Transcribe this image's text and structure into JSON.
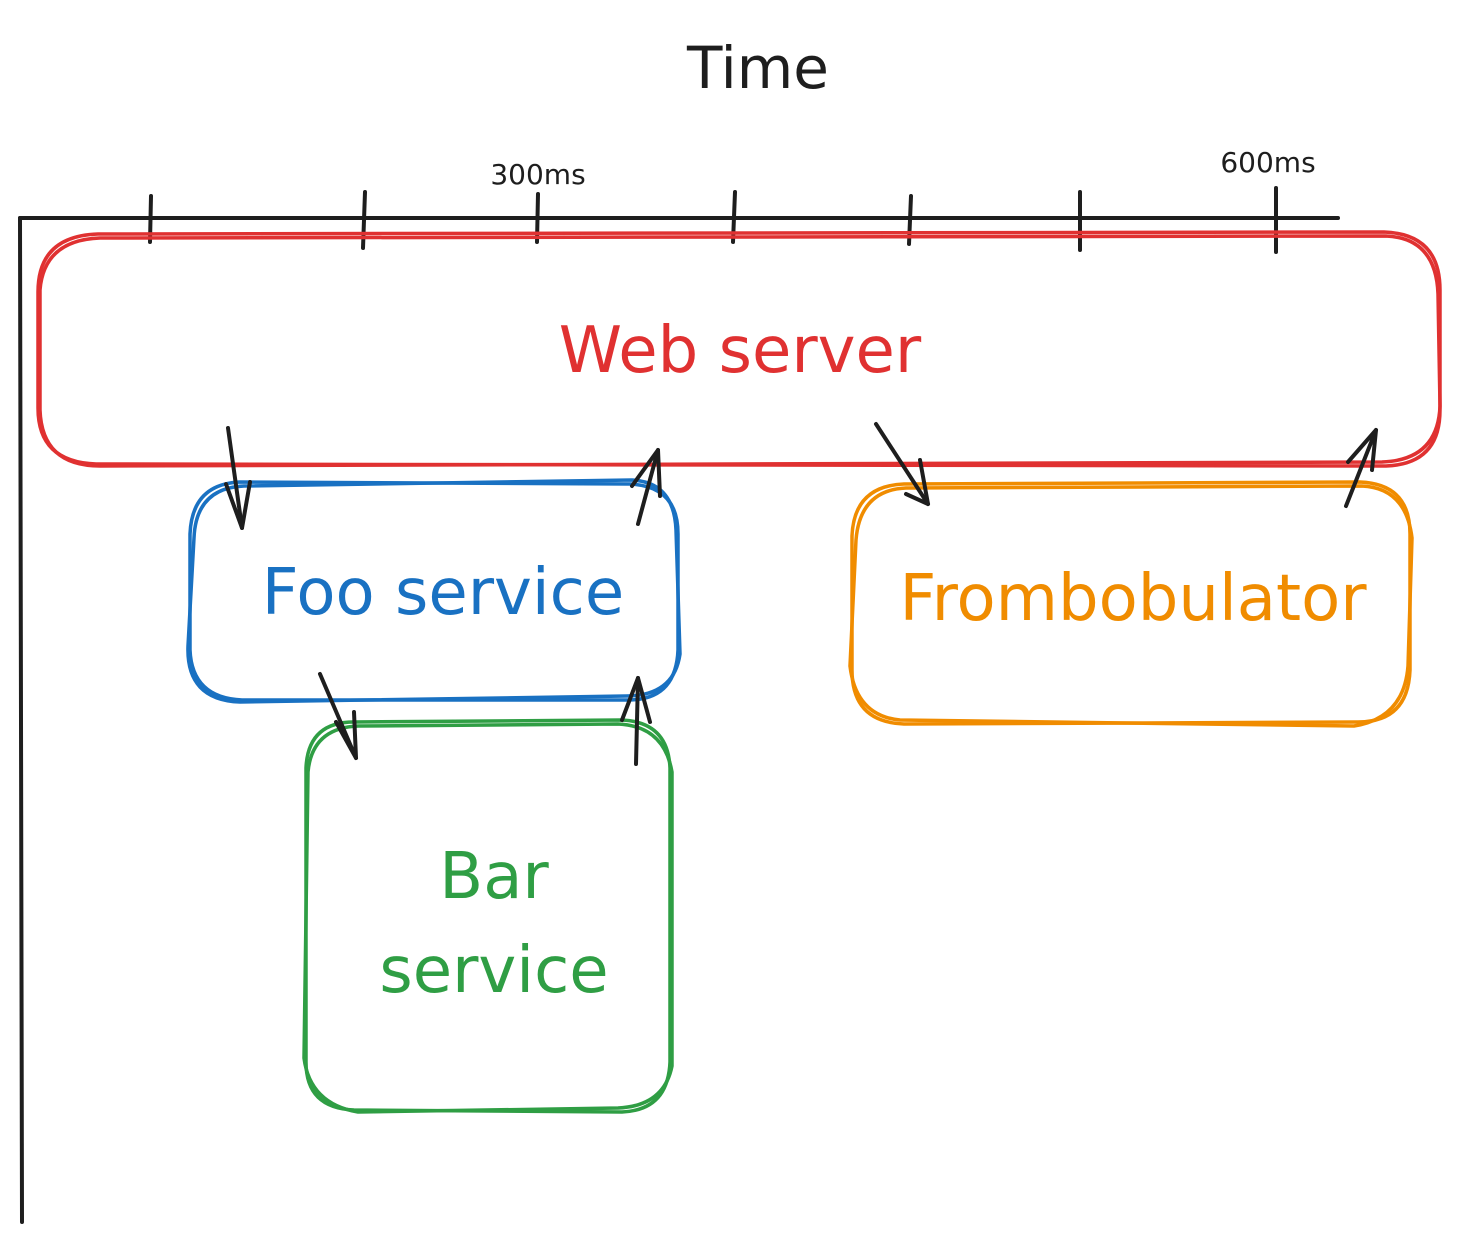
{
  "title": "Time",
  "ticks": {
    "t300": "300ms",
    "t600": "600ms"
  },
  "boxes": {
    "web_server": {
      "label": "Web server",
      "color": "#e03131"
    },
    "foo_service": {
      "label": "Foo service",
      "color": "#1971c2"
    },
    "bar_service": {
      "label_line1": "Bar",
      "label_line2": "service",
      "color": "#2f9e44"
    },
    "frombobulator": {
      "label": "Frombobulator",
      "color": "#f08c00"
    }
  }
}
